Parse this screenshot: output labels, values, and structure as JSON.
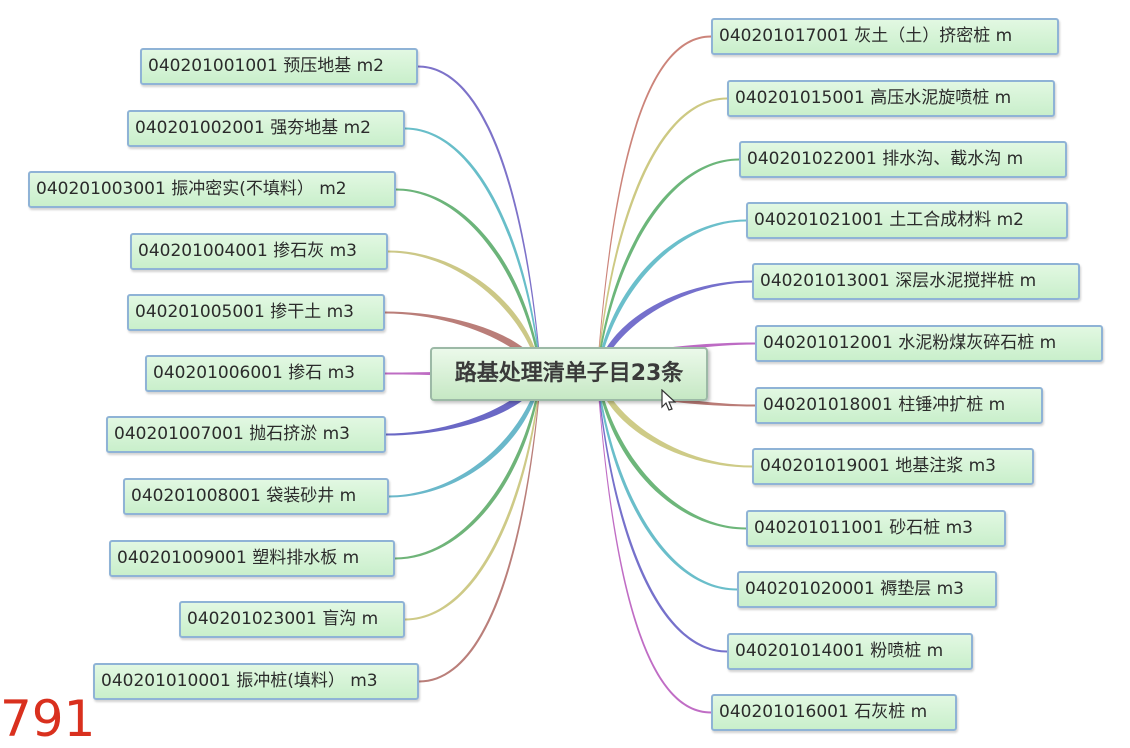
{
  "center": {
    "label": "路基处理清单子目23条"
  },
  "left_items": [
    {
      "label": "040201001001 预压地基 m2",
      "color": "#6f63c3"
    },
    {
      "label": "040201002001 强夯地基 m2",
      "color": "#58b7c3"
    },
    {
      "label": "040201003001 振冲密实(不填料） m2",
      "color": "#5cac6b"
    },
    {
      "label": "040201004001 掺石灰 m3",
      "color": "#c6c27a"
    },
    {
      "label": "040201005001 掺干土 m3",
      "color": "#b2706a"
    },
    {
      "label": "040201006001 掺石 m3",
      "color": "#b75cbd"
    },
    {
      "label": "040201007001 抛石挤淤 m3",
      "color": "#5a58bf"
    },
    {
      "label": "040201008001 袋装砂井 m",
      "color": "#5ab0c4"
    },
    {
      "label": "040201009001 塑料排水板 m",
      "color": "#5fac6a"
    },
    {
      "label": "040201023001 盲沟 m",
      "color": "#c9c47a"
    },
    {
      "label": "040201010001 振冲桩(填料） m3",
      "color": "#b3716b"
    }
  ],
  "right_items": [
    {
      "label": "040201017001 灰土（土）挤密桩 m",
      "color": "#c7776c"
    },
    {
      "label": "040201015001 高压水泥旋喷桩 m",
      "color": "#c8c376"
    },
    {
      "label": "040201022001 排水沟、截水沟 m",
      "color": "#5cae6c"
    },
    {
      "label": "040201021001 土工合成材料 m2",
      "color": "#5bb8c5"
    },
    {
      "label": "040201013001 深层水泥搅拌桩 m",
      "color": "#6660c6"
    },
    {
      "label": "040201012001 水泥粉煤灰碎石桩 m",
      "color": "#b65bbe"
    },
    {
      "label": "040201018001 柱锤冲扩桩 m",
      "color": "#b36e68"
    },
    {
      "label": "040201019001 地基注浆 m3",
      "color": "#c9c57a"
    },
    {
      "label": "040201011001 砂石桩 m3",
      "color": "#5dae6c"
    },
    {
      "label": "040201020001 褥垫层 m3",
      "color": "#5ab7c4"
    },
    {
      "label": "040201014001 粉喷桩 m",
      "color": "#6762c5"
    },
    {
      "label": "040201016001 石灰桩 m",
      "color": "#b95dbf"
    }
  ],
  "overlay": {
    "counter": "791"
  }
}
